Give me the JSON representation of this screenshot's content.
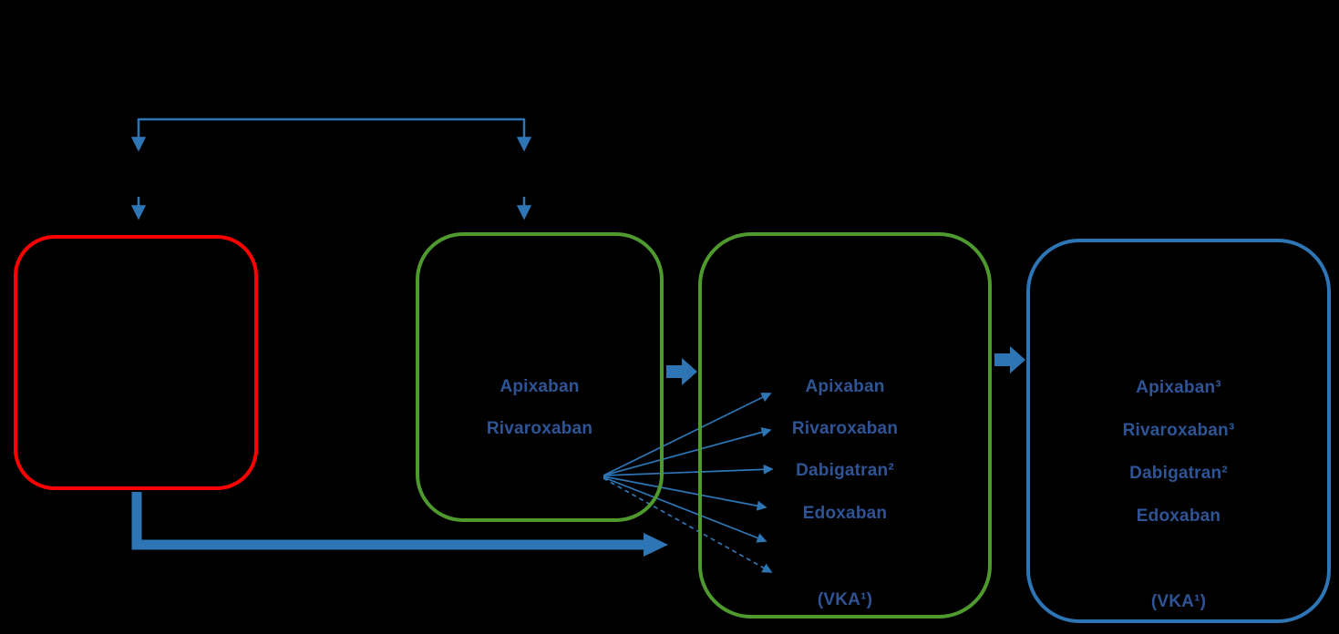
{
  "diagram": {
    "background": "#000000",
    "colors": {
      "drug_text": "#2F5496",
      "arrow_blue": "#2E75B6",
      "box_red_border": "#FF0000",
      "box_green_border": "#4E9A2E",
      "box_blue_border": "#2E75B6"
    },
    "boxes": [
      {
        "name": "stage-1-red",
        "border": "red",
        "items": []
      },
      {
        "name": "stage-2-green",
        "border": "green",
        "items": [
          "Apixaban",
          "Rivaroxaban"
        ]
      },
      {
        "name": "stage-3-green",
        "border": "green",
        "items": [
          "Apixaban",
          "Rivaroxaban",
          "Dabigatran²",
          "Edoxaban",
          "(VKA¹)"
        ]
      },
      {
        "name": "stage-4-blue",
        "border": "blue",
        "items": [
          "Apixaban³",
          "Rivaroxaban³",
          "Dabigatran²",
          "Edoxaban",
          "(VKA¹)"
        ]
      }
    ]
  }
}
